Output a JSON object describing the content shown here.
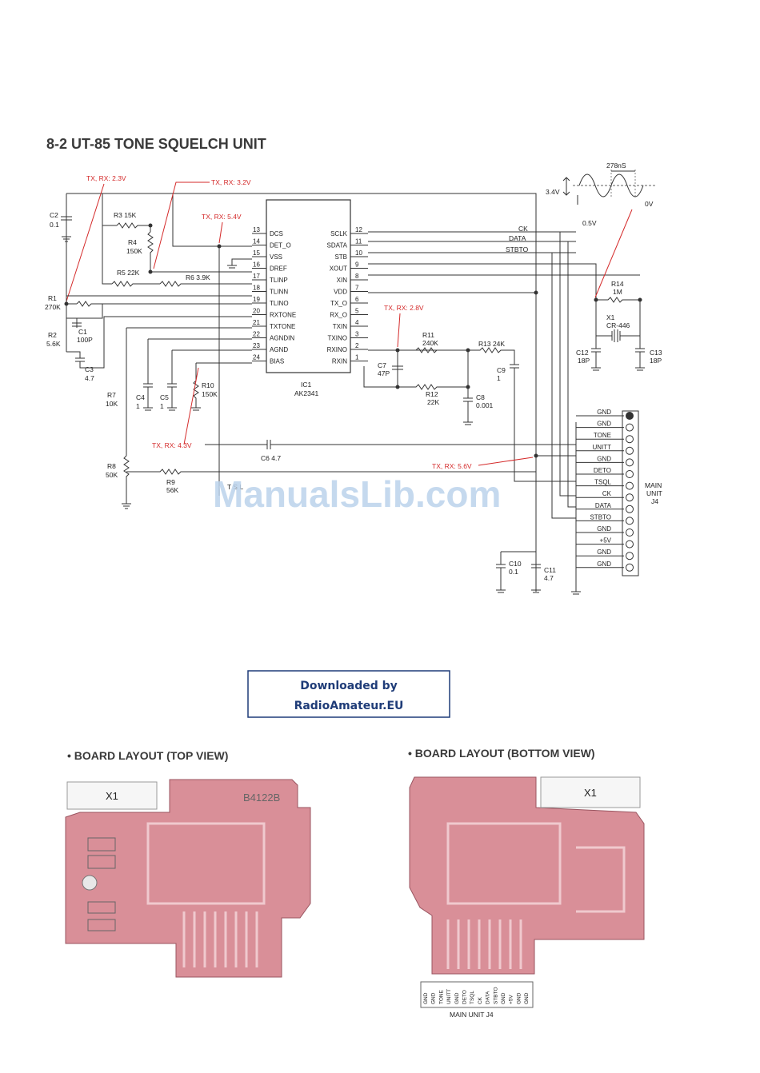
{
  "title": "8-2  UT-85 TONE SQUELCH UNIT",
  "ic": {
    "ref": "IC1",
    "part": "AK2341",
    "left_pins": [
      {
        "num": "13",
        "name": "DCS"
      },
      {
        "num": "14",
        "name": "DET_O"
      },
      {
        "num": "15",
        "name": "VSS"
      },
      {
        "num": "16",
        "name": "DREF"
      },
      {
        "num": "17",
        "name": "TLINP"
      },
      {
        "num": "18",
        "name": "TLINN"
      },
      {
        "num": "19",
        "name": "TLINO"
      },
      {
        "num": "20",
        "name": "RXTONE"
      },
      {
        "num": "21",
        "name": "TXTONE"
      },
      {
        "num": "22",
        "name": "AGNDIN"
      },
      {
        "num": "23",
        "name": "AGND"
      },
      {
        "num": "24",
        "name": "BIAS"
      }
    ],
    "right_pins": [
      {
        "num": "12",
        "name": "SCLK"
      },
      {
        "num": "11",
        "name": "SDATA"
      },
      {
        "num": "10",
        "name": "STB"
      },
      {
        "num": "9",
        "name": "XOUT"
      },
      {
        "num": "8",
        "name": "XIN"
      },
      {
        "num": "7",
        "name": "VDD"
      },
      {
        "num": "6",
        "name": "TX_O"
      },
      {
        "num": "5",
        "name": "RX_O"
      },
      {
        "num": "4",
        "name": "TXIN"
      },
      {
        "num": "3",
        "name": "TXINO"
      },
      {
        "num": "2",
        "name": "RXINO"
      },
      {
        "num": "1",
        "name": "RXIN"
      }
    ]
  },
  "voltages": {
    "v1": "TX, RX: 2.3V",
    "v2": "TX, RX: 3.2V",
    "v3": "TX, RX: 5.4V",
    "v4": "TX, RX: 2.8V",
    "v5": "TX, RX: 4.3V",
    "v6": "TX, RX: 5.6V"
  },
  "components": {
    "c2": "C2",
    "c2v": "0.1",
    "r3": "R3 15K",
    "r4": "R4",
    "r4v": "150K",
    "r5": "R5 22K",
    "r6": "R6 3.9K",
    "r1": "R1",
    "r1v": "270K",
    "c1": "C1",
    "c1v": "100P",
    "r2": "R2",
    "r2v": "5.6K",
    "c3": "C3",
    "c3v": "4.7",
    "c4": "C4",
    "c4v": "1",
    "c5": "C5",
    "c5v": "1",
    "r10": "R10",
    "r10v": "150K",
    "r7": "R7",
    "r7v": "10K",
    "r8": "R8",
    "r8v": "50K",
    "r9": "R9",
    "r9v": "56K",
    "c6": "C6 4.7",
    "c7": "C7",
    "c7v": "47P",
    "r11": "R11",
    "r11v": "240K",
    "r12": "R12",
    "r12v": "22K",
    "r13": "R13 24K",
    "c8": "C8",
    "c8v": "0.001",
    "c9": "C9",
    "c9v": "1",
    "r14": "R14",
    "r14v": "1M",
    "x1": "X1",
    "x1v": "CR-446",
    "c12": "C12",
    "c12v": "18P",
    "c13": "C13",
    "c13v": "18P",
    "c10": "C10",
    "c10v": "0.1",
    "c11": "C11",
    "c11v": "4.7"
  },
  "signals": {
    "ck": "CK",
    "data": "DATA",
    "stbto": "STBTO"
  },
  "waveform": {
    "period": "278nS",
    "amp": "3.4V",
    "zero": "0V",
    "offset": "0.5V"
  },
  "connector": {
    "name": "MAIN\nUNIT\nJ4",
    "line1": "MAIN",
    "line2": "UNIT",
    "line3": "J4",
    "pins": [
      "GND",
      "GND",
      "TONE",
      "UNITT",
      "GND",
      "DETO",
      "TSQL",
      "CK",
      "DATA",
      "STBTO",
      "GND",
      "+5V",
      "GND",
      "GND"
    ]
  },
  "watermark": "ManualsLib.com",
  "download_box": {
    "line1": "Downloaded by",
    "line2": "RadioAmateur.EU"
  },
  "board_top": {
    "title": "• BOARD LAYOUT (TOP VIEW)",
    "x1": "X1",
    "code": "B4122B"
  },
  "board_bottom": {
    "title": "• BOARD LAYOUT (BOTTOM VIEW)",
    "x1": "X1",
    "footer": "MAIN UNIT J4"
  },
  "tsql_label": "T S L"
}
